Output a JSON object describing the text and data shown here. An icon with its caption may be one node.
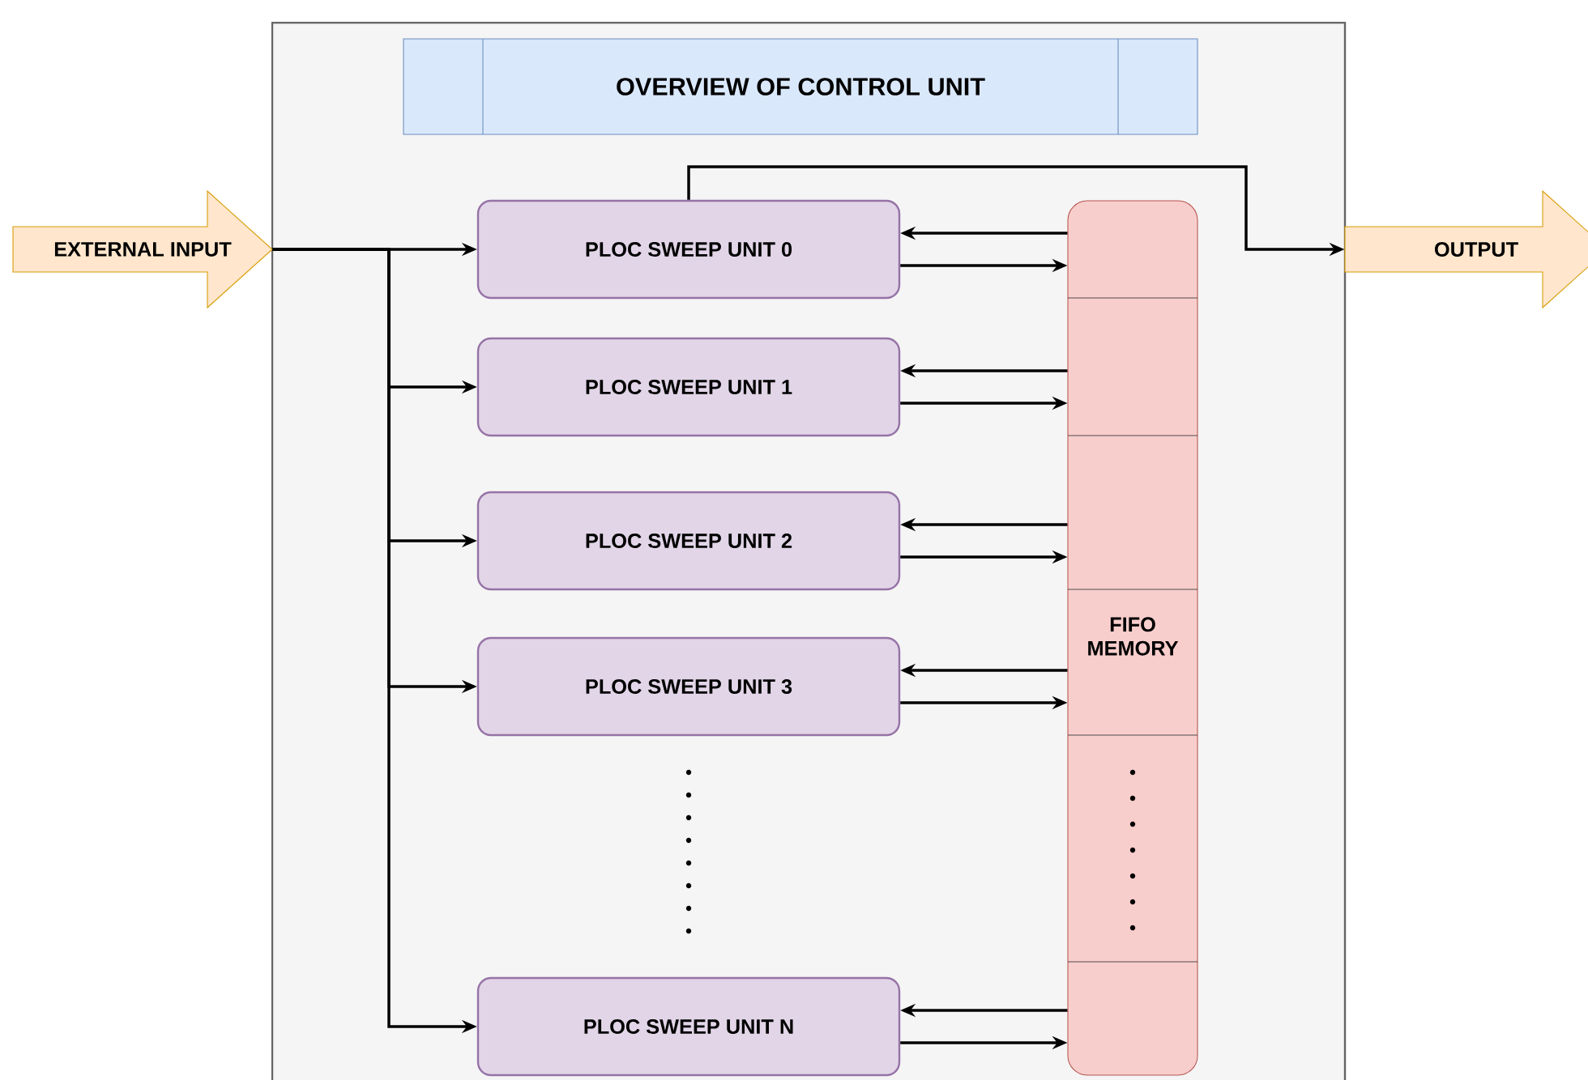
{
  "diagram": {
    "nodes": [
      {
        "text": [],
        "shape": "box"
      },
      {
        "text": [
          "OVERVIEW OF CONTROL UNIT"
        ],
        "in": 0
      },
      {
        "text": [
          "EXTERNAL INPUT"
        ]
      },
      {
        "text": [
          "OUTPUT"
        ]
      },
      {
        "text": [
          "PLOC SWEEP UNIT 0"
        ],
        "in": 0
      },
      {
        "text": [
          "PLOC SWEEP UNIT 1"
        ],
        "in": 0
      },
      {
        "text": [
          "PLOC SWEEP UNIT 2"
        ],
        "in": 0
      },
      {
        "text": [
          "PLOC SWEEP UNIT 3"
        ],
        "in": 0
      },
      {
        "text": [
          "PLOC SWEEP UNIT N"
        ],
        "in": 0
      },
      {
        "text": [
          "FIFO MEMORY"
        ],
        "in": 0
      }
    ],
    "edges": [
      {
        "from": 2,
        "to": 4,
        "arrow": "to"
      },
      {
        "from": 2,
        "to": 5,
        "arrow": "to"
      },
      {
        "from": 2,
        "to": 6,
        "arrow": "to"
      },
      {
        "from": 2,
        "to": 7,
        "arrow": "to"
      },
      {
        "from": 2,
        "to": 8,
        "arrow": "to"
      },
      {
        "from": 4,
        "to": 3,
        "arrow": "to"
      },
      {
        "from": 9,
        "to": 4,
        "arrow": "to"
      },
      {
        "from": 4,
        "to": 9,
        "arrow": "to"
      },
      {
        "from": 9,
        "to": 5,
        "arrow": "to"
      },
      {
        "from": 5,
        "to": 9,
        "arrow": "to"
      },
      {
        "from": 9,
        "to": 6,
        "arrow": "to"
      },
      {
        "from": 6,
        "to": 9,
        "arrow": "to"
      },
      {
        "from": 9,
        "to": 7,
        "arrow": "to"
      },
      {
        "from": 7,
        "to": 9,
        "arrow": "to"
      },
      {
        "from": 9,
        "to": 8,
        "arrow": "to"
      },
      {
        "from": 8,
        "to": 9,
        "arrow": "to"
      }
    ]
  }
}
